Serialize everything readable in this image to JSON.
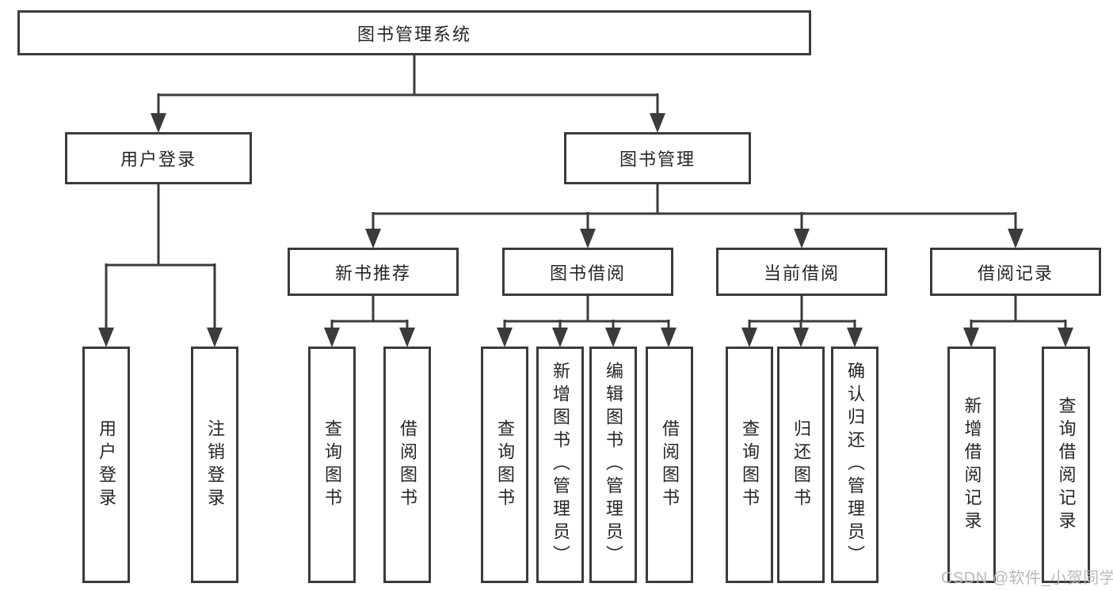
{
  "tree": {
    "root": "图书管理系统",
    "branches": [
      {
        "label": "用户登录",
        "children": [
          "用户登录",
          "注销登录"
        ]
      },
      {
        "label": "图书管理",
        "sections": [
          {
            "label": "新书推荐",
            "children": [
              "查询图书",
              "借阅图书"
            ]
          },
          {
            "label": "图书借阅",
            "children": [
              "查询图书",
              "新增图书（管理员）",
              "编辑图书（管理员）",
              "借阅图书"
            ]
          },
          {
            "label": "当前借阅",
            "children": [
              "查询图书",
              "归还图书",
              "确认归还（管理员）"
            ]
          },
          {
            "label": "借阅记录",
            "children": [
              "新增借阅记录",
              "查询借阅记录"
            ]
          }
        ]
      }
    ]
  },
  "watermark": "CSDN @软件_小贺同学",
  "colors": {
    "line": "#3b3b3b",
    "text": "#262626",
    "watermark": "#b9b9b9",
    "background": "#ffffff"
  }
}
